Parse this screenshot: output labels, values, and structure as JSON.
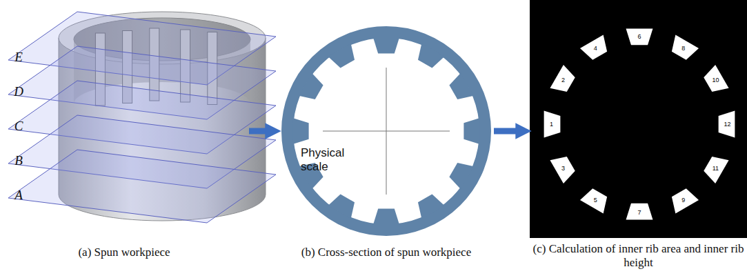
{
  "diagram": {
    "nodes": [
      {
        "text": [
          "(a) Spun workpiece"
        ]
      },
      {
        "text": [
          "(b) Cross-section of spun workpiece"
        ]
      },
      {
        "text": [
          "(c) Calculation of inner rib area and inner rib height"
        ]
      }
    ],
    "edges": [
      {
        "from": 0,
        "to": 1,
        "arrow": "to"
      },
      {
        "from": 1,
        "to": 2,
        "arrow": "to"
      }
    ],
    "labels": [
      "E",
      "D",
      "C",
      "B",
      "A",
      "Physical scale",
      "1",
      "2",
      "3",
      "4",
      "5",
      "6",
      "7",
      "8",
      "9",
      "10",
      "11",
      "12"
    ]
  }
}
